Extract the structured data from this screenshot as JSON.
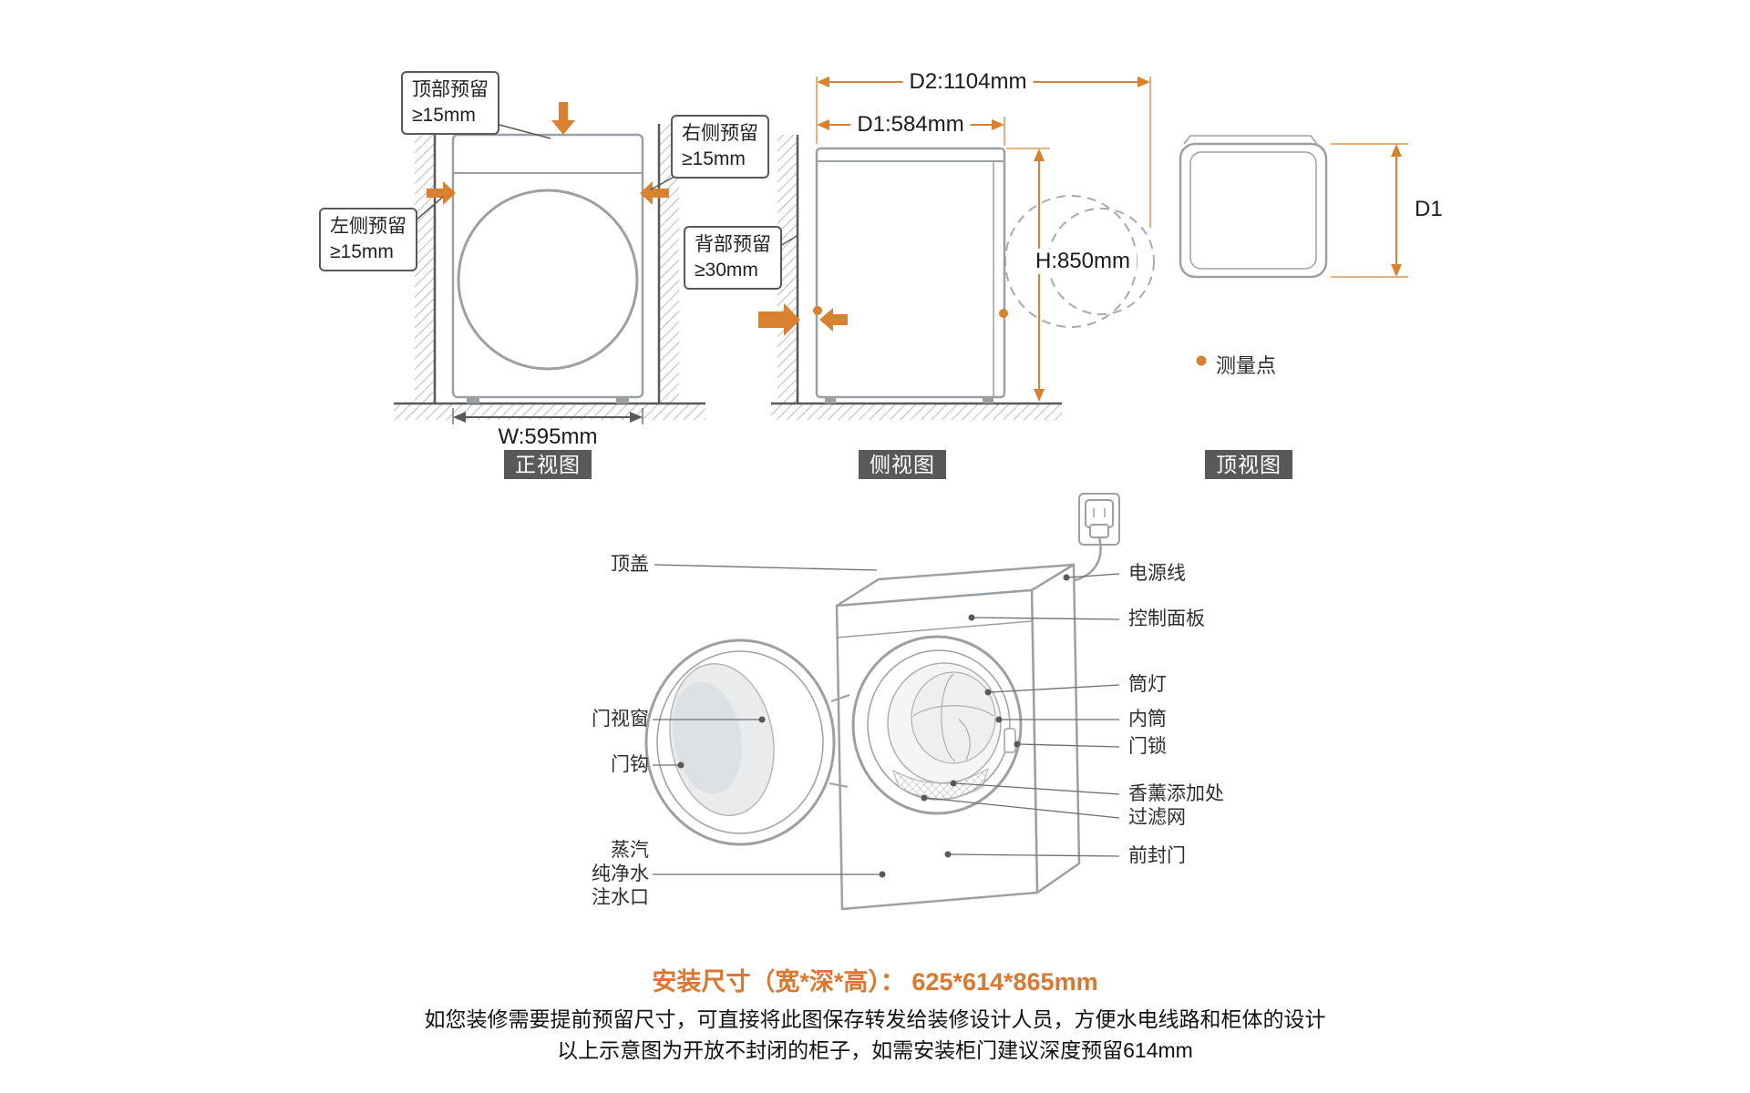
{
  "front_view": {
    "badge": "正视图",
    "top_clearance": "顶部预留\n≥15mm",
    "right_clearance": "右侧预留\n≥15mm",
    "left_clearance": "左侧预留\n≥15mm",
    "width_dim": "W:595mm"
  },
  "side_view": {
    "badge": "侧视图",
    "d2_dim": "D2:1104mm",
    "d1_dim": "D1:584mm",
    "height_dim": "H:850mm",
    "back_clearance": "背部预留\n≥30mm"
  },
  "top_view": {
    "badge": "顶视图",
    "d1_label": "D1",
    "legend": "测量点"
  },
  "parts": {
    "left": [
      {
        "label": "顶盖"
      },
      {
        "label": "门视窗"
      },
      {
        "label": "门钩"
      },
      {
        "label": "蒸汽\n纯净水\n注水口"
      }
    ],
    "right": [
      {
        "label": "电源线"
      },
      {
        "label": "控制面板"
      },
      {
        "label": "筒灯"
      },
      {
        "label": "内筒"
      },
      {
        "label": "门锁"
      },
      {
        "label": "香薰添加处"
      },
      {
        "label": "过滤网"
      },
      {
        "label": "前封门"
      }
    ]
  },
  "footer": {
    "title": "安装尺寸（宽*深*高）：  625*614*865mm",
    "line1": "如您装修需要提前预留尺寸，可直接将此图保存转发给装修设计人员，方便水电线路和柜体的设计",
    "line2": "以上示意图为开放不封闭的柜子，如需安装柜门建议深度预留614mm"
  },
  "colors": {
    "accent": "#D9812F",
    "badge_bg": "#58595B",
    "line_gray": "#9DA0A3",
    "text": "#1A1A1A"
  }
}
